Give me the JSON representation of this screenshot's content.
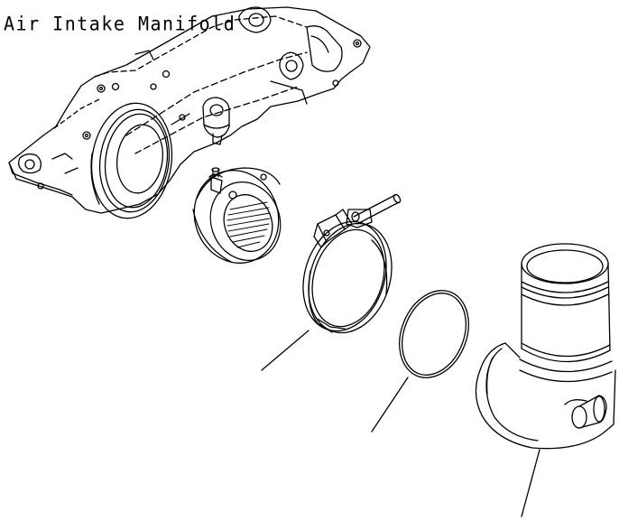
{
  "diagram": {
    "title": "Air Intake Manifold",
    "parts": [
      {
        "id": "air-intake-manifold"
      },
      {
        "id": "heater-element"
      },
      {
        "id": "band-clamp"
      },
      {
        "id": "o-ring"
      },
      {
        "id": "elbow-connector"
      }
    ],
    "colors": {
      "ink": "#000000",
      "background": "#ffffff"
    }
  }
}
